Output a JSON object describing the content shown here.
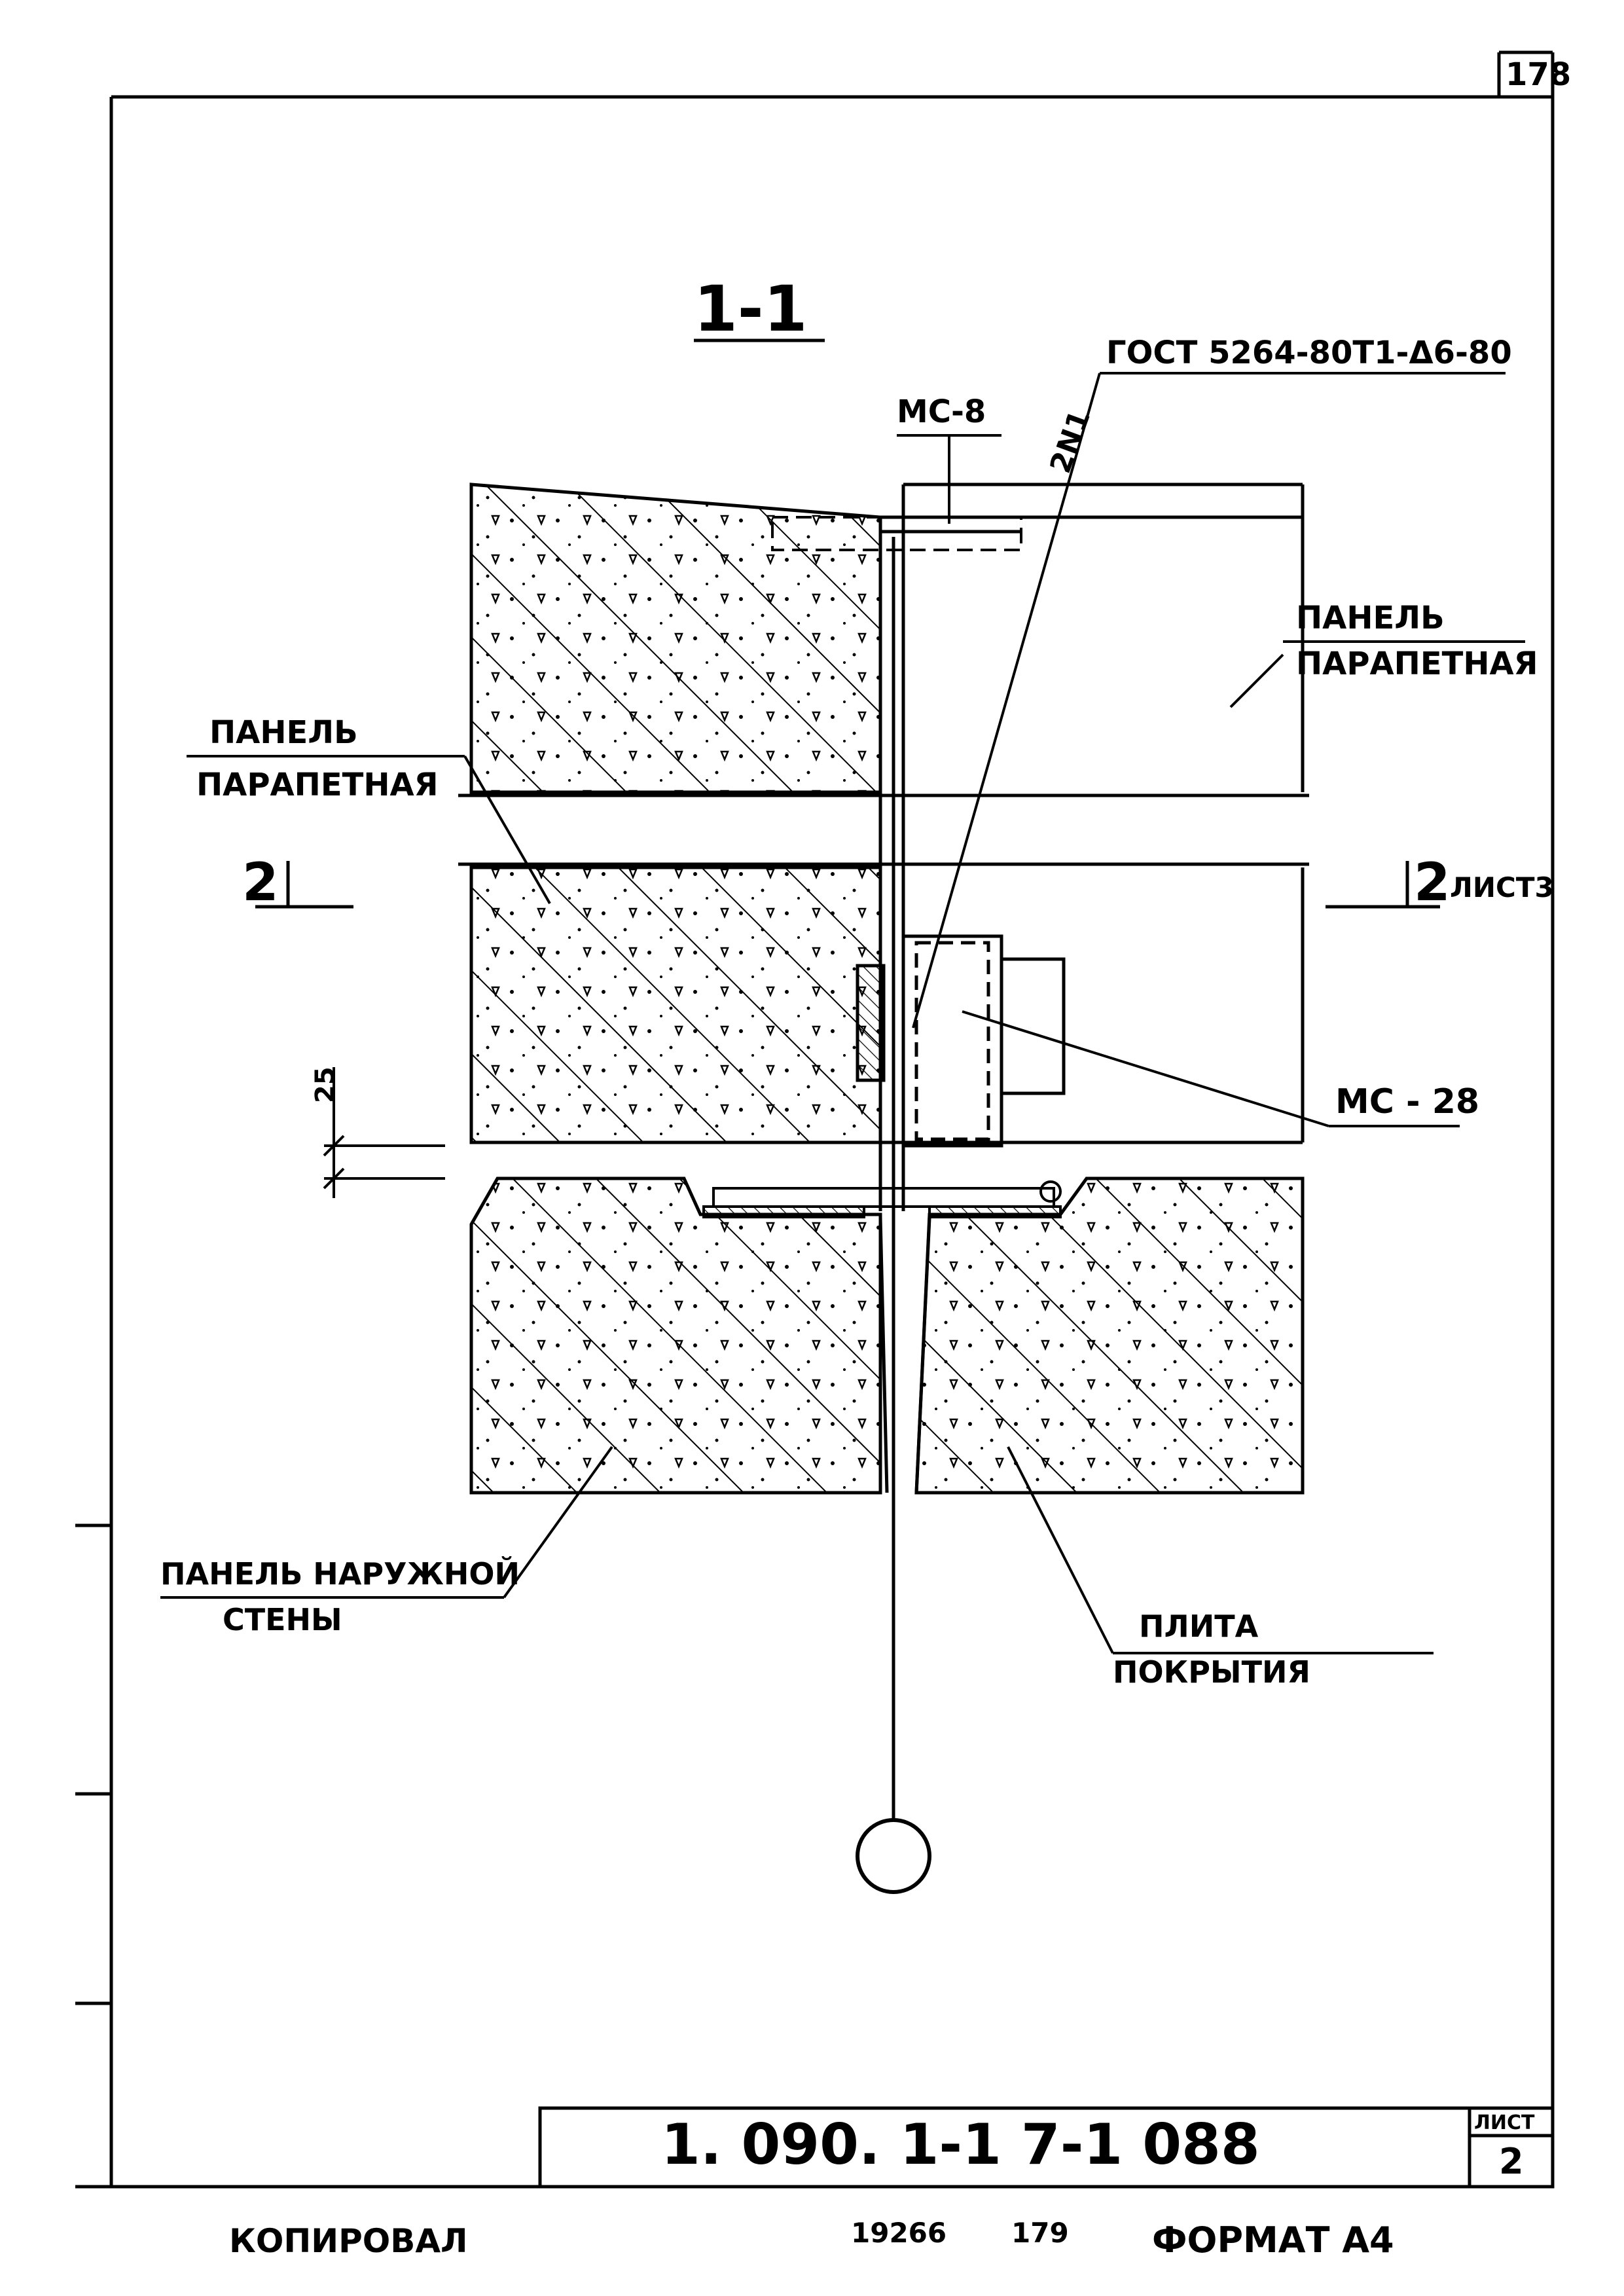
{
  "sheet": {
    "page_number": "178",
    "sheet_label": "ЛИСТ",
    "sheet_number": "2",
    "designation": "1. 090. 1-1  7-1  088"
  },
  "section": {
    "title": "1-1",
    "cut_left": "2",
    "cut_right": "2",
    "cut_right_ref": "ЛИСТ3"
  },
  "labels": {
    "gost": "ГОСТ 5264-80Т1-Δ6-80",
    "weld": "2N1",
    "mc8": "МС-8",
    "mc28": "МС - 28",
    "panel_right_1": "ПАНЕЛЬ",
    "panel_right_2": "ПАРАПЕТНАЯ",
    "panel_left_1": "ПАНЕЛЬ",
    "panel_left_2": "ПАРАПЕТНАЯ",
    "wall_1": "ПАНЕЛЬ НАРУЖНОЙ",
    "wall_2": "СТЕНЫ",
    "slab_1": "ПЛИТА",
    "slab_2": "ПОКРЫТИЯ",
    "dim_25": "25"
  },
  "footer": {
    "copied": "КОПИРОВАЛ",
    "num_left": "19266",
    "num_mid": "179",
    "format": "ФОРМАТ А4"
  }
}
